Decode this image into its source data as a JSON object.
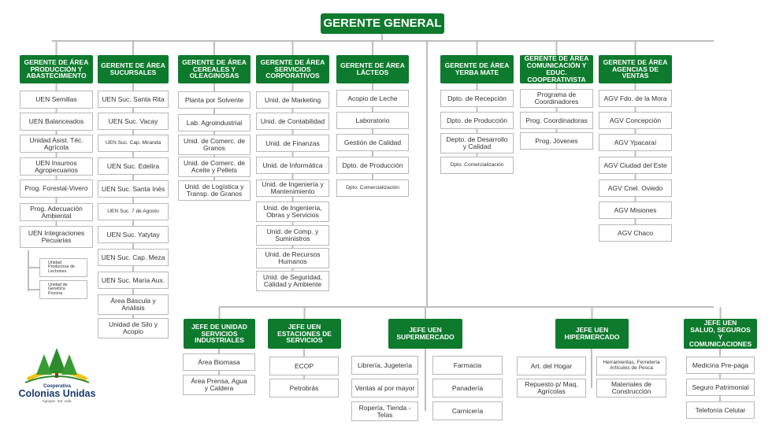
{
  "top": {
    "title": "GERENTE GENERAL"
  },
  "managers": [
    {
      "title": "GERENTE DE ÁREA\nPRODUCCIÓN Y\nABASTECIMIENTO",
      "items": [
        "UEN Semillas",
        "UEN Balanceados",
        "Unidad Asist. Téc.\nAgrícola",
        "UEN Insumos\nAgropecuarios",
        "Prog. Forestal-Vivero",
        "Prog. Adecuación\nAmbiental",
        "UEN Integraciones\nPecuarias"
      ],
      "sub_items": [
        "Unidad\nProductora de\nLechones",
        "Unidad de\nGenética\nPorcina"
      ]
    },
    {
      "title": "GERENTE DE ÁREA\nSUCURSALES",
      "items": [
        "UEN Suc. Santa Rita",
        "UEN Suc. Vacay",
        "UEN Suc. Cap. Miranda",
        "UEN Suc. Edelira",
        "UEN Suc. Santa Inés",
        "UEN Suc. 7 de Agosto",
        "UEN Suc. Yatytay",
        "UEN Suc. Cap. Meza",
        "UEN Suc. María Aux.",
        "Área Báscula y\nAnálisis",
        "Unidad de Silo y\nAcopio"
      ]
    },
    {
      "title": "GERENTE DE ÁREA\nCEREALES Y\nOLEAGINOSAS",
      "items": [
        "Planta por Solvente",
        "Lab. Agroindustrial",
        "Unid. de Comerc. de\nGranos",
        "Unid. de Comerc. de\nAceite y Pellets",
        "Unid. de Logística y\nTransp. de Granos"
      ]
    },
    {
      "title": "GERENTE DE ÁREA\nSERVICIOS\nCORPORATIVOS",
      "items": [
        "Unid. de Marketing",
        "Unid. de Contabilidad",
        "Unid. de Finanzas",
        "Unid. de Informática",
        "Unid. de Ingeniería y\nMantenimiento",
        "Unid. de Ingeniería,\nObras y Servicios",
        "Unid. de Comp. y\nSuministros",
        "Unid. de Recursos\nHumanos",
        "Unid. de Seguridad,\nCalidad y Ambiente"
      ]
    },
    {
      "title": "GERENTE DE ÁREA\nLÁCTEOS",
      "items": [
        "Acopio de Leche",
        "Laboratorio",
        "Gestión de Calidad",
        "Dpto. de Producción",
        "Dpto. Comercialización"
      ]
    },
    {
      "title": "GERENTE DE ÁREA\nYERBA MATE",
      "items": [
        "Dpto. de Recepción",
        "Dpto. de Producción",
        "Depto. de Desarrollo\ny Calidad",
        "Dpto. Comercialización"
      ]
    },
    {
      "title": "GERENTE DE ÁREA\nCOMUNICACIÓN Y\nEDUC. COOPERATIVISTA",
      "items": [
        "Programa de\nCoordinadores",
        "Prog. Coordinadoras",
        "Prog. Jóvenes"
      ]
    },
    {
      "title": "GERENTE DE ÁREA\nAGENCIAS DE\nVENTAS",
      "items": [
        "AGV Fdo. de la Mora",
        "AGV Concepción",
        "AGV Ypacaraí",
        "AGV Ciudad del Este",
        "AGV Cnel. Oviedo",
        "AGV Misiones",
        "AGV Chaco"
      ]
    }
  ],
  "units": [
    {
      "title": "JEFE DE UNIDAD\nSERVICIOS\nINDUSTRIALES",
      "items": [
        "Área Biomasa",
        "Área Prensa, Agua\ny Caldera"
      ]
    },
    {
      "title": "JEFE UEN\nESTACIONES DE\nSERVICIOS",
      "items": [
        "ECOP",
        "Petrobrás"
      ]
    },
    {
      "title": "JEFE UEN\nSUPERMERCADO",
      "items": [
        "Librería, Jugetería",
        "Ventas al por mayor",
        "Ropería, Tienda -\nTelas",
        "Farmacia",
        "Panadería",
        "Carnicería"
      ]
    },
    {
      "title": "JEFE UEN\nHIPERMERCADO",
      "items": [
        "Art. del Hogar",
        "Repuesto p/ Maq.\nAgrícolas",
        "Herramientas, Ferretería\nArtículos de Pesca",
        "Materiales de\nConstrucción"
      ]
    },
    {
      "title": "JEFE UEN\nSALUD, SEGUROS\nY COMUNICACIONES",
      "items": [
        "Medicina Pre-paga",
        "Seguro Patrimonial",
        "Telefonía Celular"
      ]
    }
  ],
  "logo": {
    "line1": "Cooperativa",
    "line2": "Colonias Unidas",
    "line3": "Agropec. Ind. Ltda."
  },
  "colors": {
    "header_green": "#0e7a2d",
    "connector": "#bdbdbd",
    "logo_green": "#2e8b2e",
    "logo_yellow": "#f2c21b",
    "logo_blue": "#1a3a6e"
  }
}
